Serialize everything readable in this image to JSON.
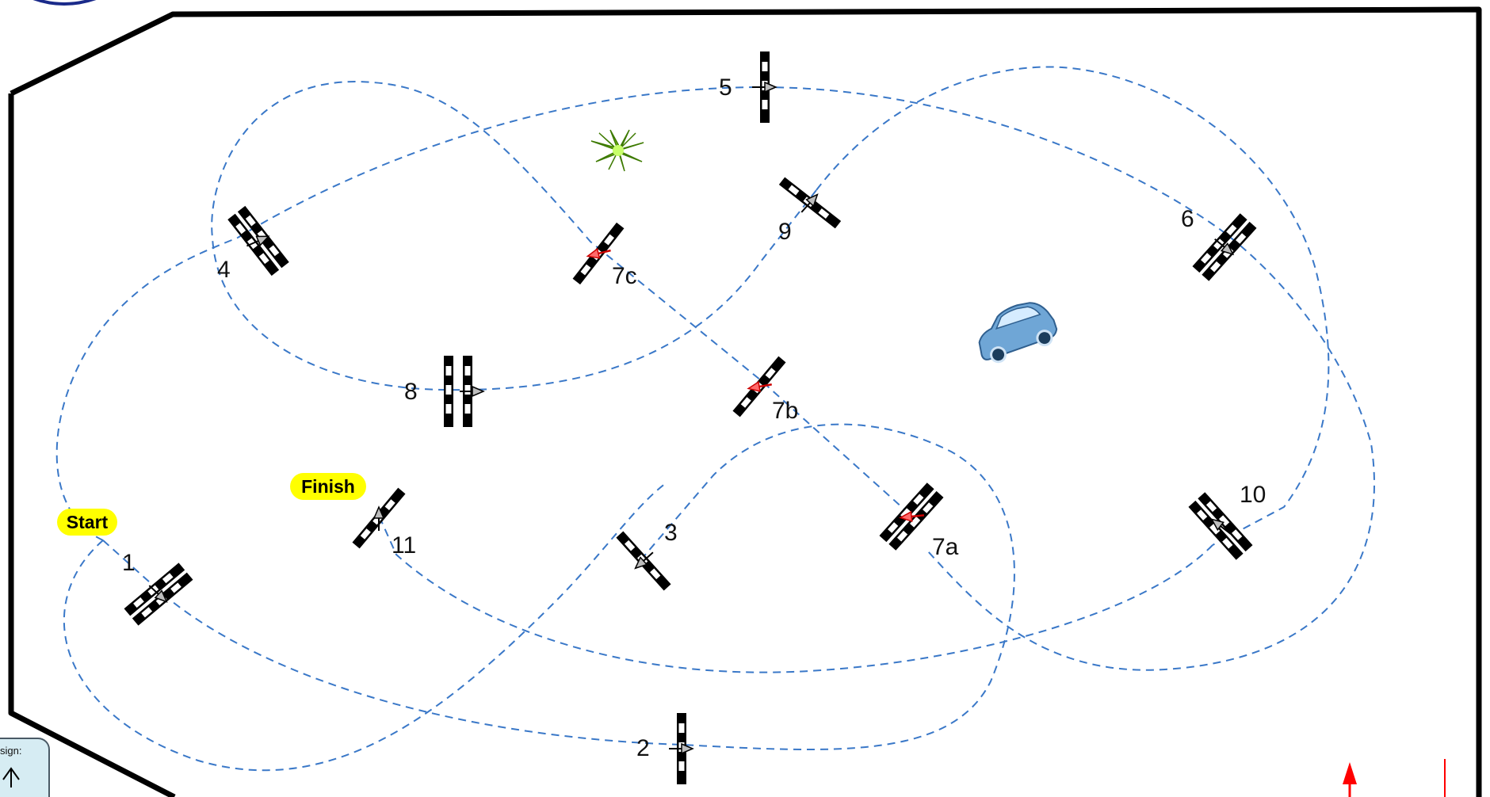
{
  "course": {
    "start_label": "Start",
    "finish_label": "Finish",
    "design_label": "sign:",
    "gates": [
      {
        "label": "1"
      },
      {
        "label": "2"
      },
      {
        "label": "3"
      },
      {
        "label": "4"
      },
      {
        "label": "5"
      },
      {
        "label": "6"
      },
      {
        "label": "7a"
      },
      {
        "label": "7b"
      },
      {
        "label": "7c"
      },
      {
        "label": "8"
      },
      {
        "label": "9"
      },
      {
        "label": "10"
      },
      {
        "label": "11"
      }
    ],
    "icons": [
      "car-icon",
      "shrub-icon",
      "wind-arrow-icon",
      "pilot-icon"
    ],
    "colors": {
      "path": "#3a78c8",
      "boundary": "#000000",
      "start_finish": "#ffff00",
      "direction_red": "#e02020",
      "car": "#6fa6d6",
      "shrub": "#7ec21e",
      "badge_bg": "#d6ecf3"
    }
  }
}
